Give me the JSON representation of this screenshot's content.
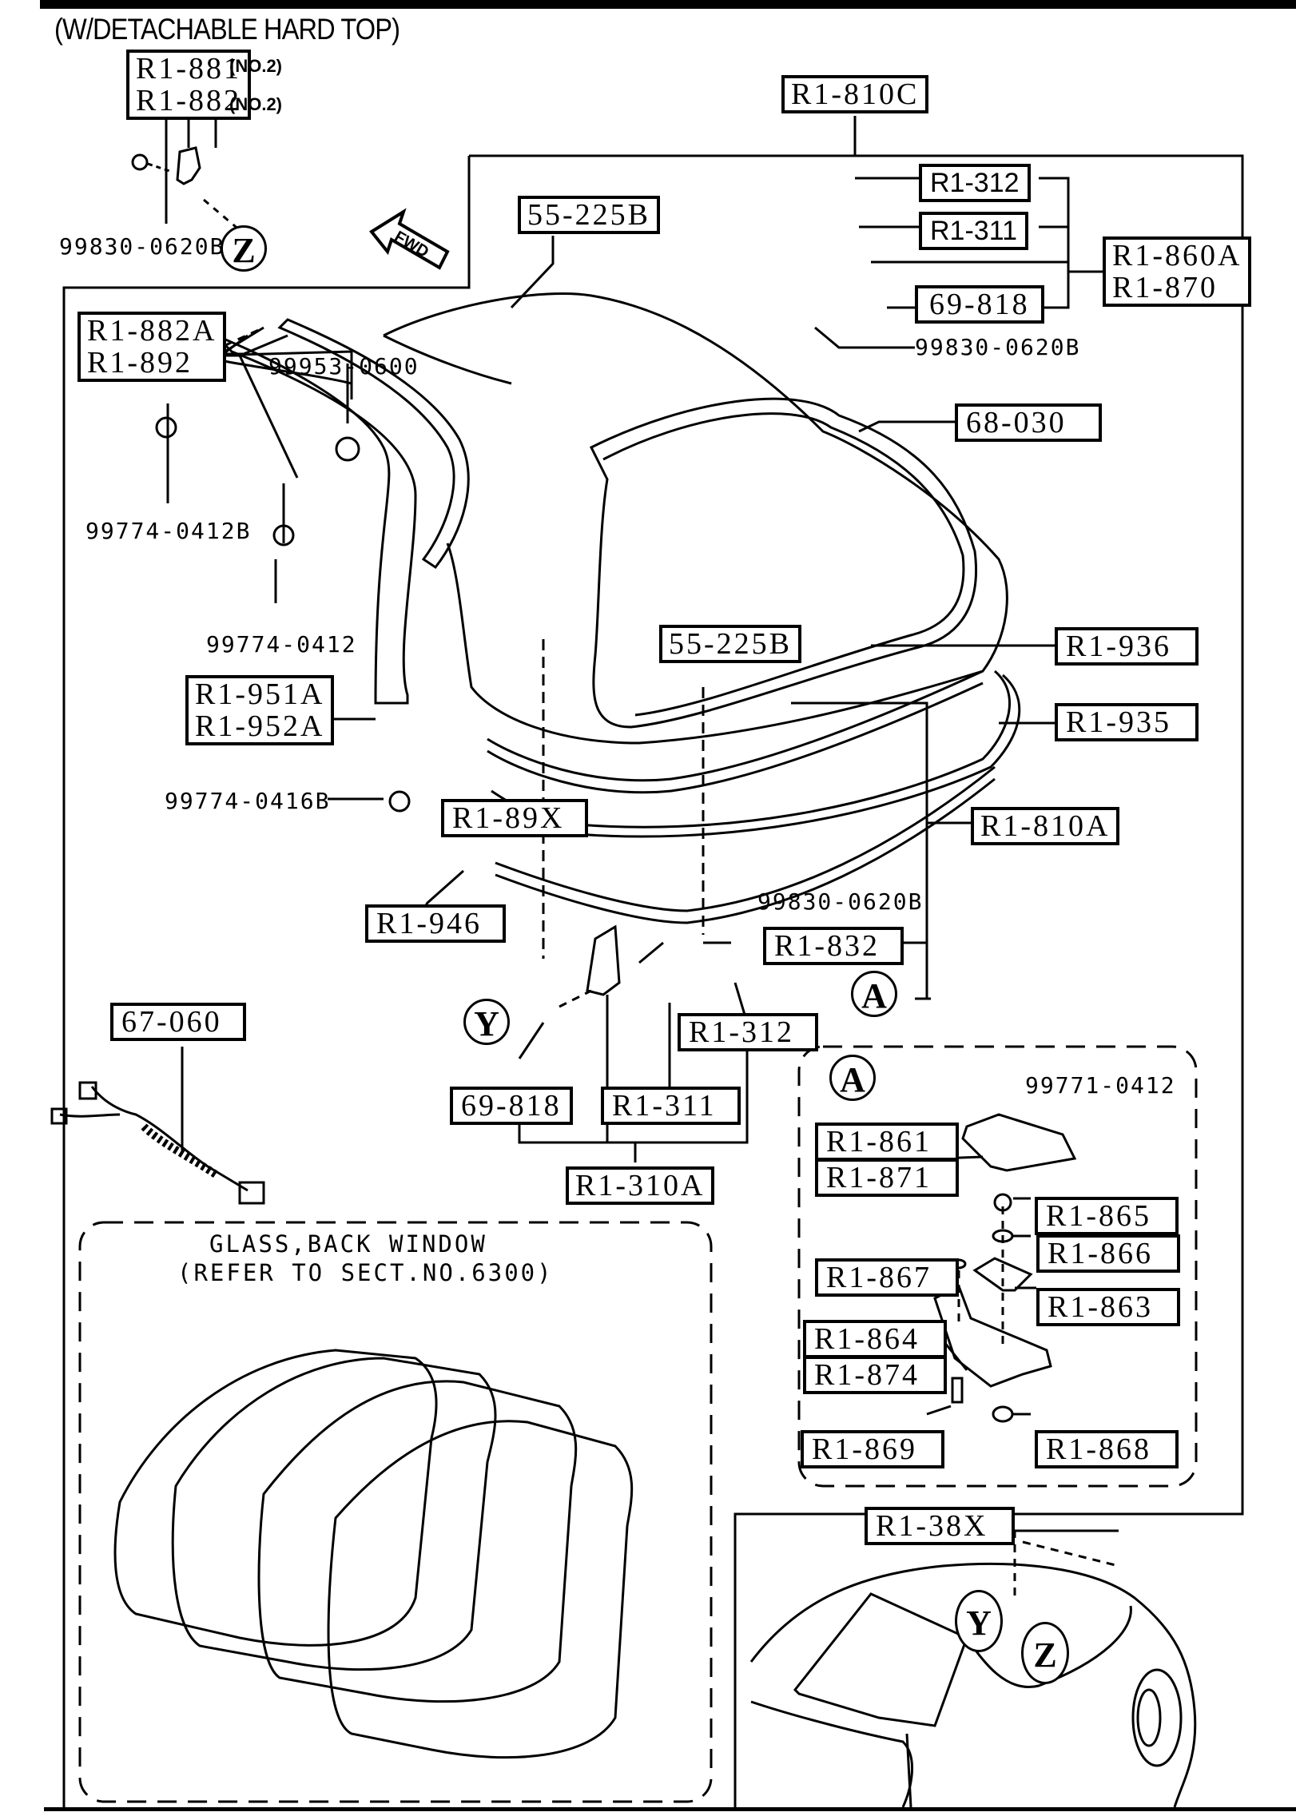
{
  "title": "(W/DETACHABLE HARD TOP)",
  "fwd_label": "FWD",
  "callouts": {
    "y": "Y",
    "z": "Z",
    "a": "A"
  },
  "boxed_labels": {
    "r1_881": "R1-881",
    "r1_882": "R1-882",
    "no2_a": "(NO.2)",
    "no2_b": "(NO.2)",
    "r1_810c": "R1-810C",
    "r1_312_top": "R1-312",
    "r1_311_top": "R1-311",
    "r1_860a": "R1-860A",
    "r1_870": "R1-870",
    "r69_818_top": "69-818",
    "r55_225b_top": "55-225B",
    "r1_882a": "R1-882A",
    "r1_892": "R1-892",
    "r68_030": "68-030",
    "r55_225b_mid": "55-225B",
    "r1_936": "R1-936",
    "r1_951a": "R1-951A",
    "r1_952a": "R1-952A",
    "r1_935": "R1-935",
    "r1_89x": "R1-89X",
    "r1_810a": "R1-810A",
    "r1_946": "R1-946",
    "r1_832": "R1-832",
    "r67_060": "67-060",
    "r1_312_bot": "R1-312",
    "r69_818_bot": "69-818",
    "r1_311_bot": "R1-311",
    "r1_310a": "R1-310A",
    "r1_861": "R1-861",
    "r1_871": "R1-871",
    "r1_865": "R1-865",
    "r1_866": "R1-866",
    "r1_867": "R1-867",
    "r1_863": "R1-863",
    "r1_864": "R1-864",
    "r1_874": "R1-874",
    "r1_869": "R1-869",
    "r1_868": "R1-868",
    "r1_38x": "R1-38X"
  },
  "plain_labels": {
    "p99830_a": "99830-0620B",
    "p99830_b": "99830-0620B",
    "p99830_c": "99830-0620B",
    "p99953": "99953-0600",
    "p99774_0412b": "99774-0412B",
    "p99774_0412": "99774-0412",
    "p99774_0416b": "99774-0416B",
    "p99771": "99771-0412"
  },
  "glass_note": {
    "line1": "GLASS,BACK WINDOW",
    "line2": "(REFER TO SECT.NO.6300)"
  }
}
